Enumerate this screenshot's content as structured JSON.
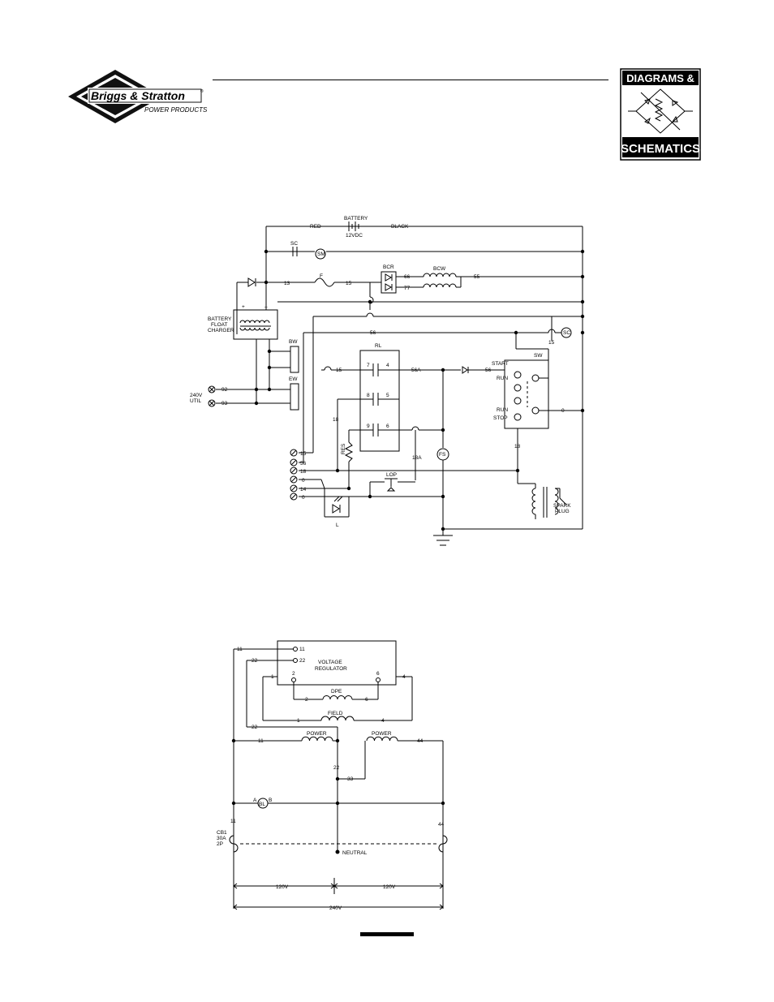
{
  "logo": {
    "brand": "Briggs & Stratton",
    "tm": "®",
    "subline": "POWER PRODUCTS"
  },
  "badge": {
    "top": "DIAGRAMS &",
    "bottom": "SCHEMATICS"
  },
  "schematic_dc": {
    "battery": "BATTERY",
    "battery_volts": "12VDC",
    "red": "RED",
    "black": "BLACK",
    "sc": "SC",
    "sm": "SM",
    "fuse": "F",
    "w13": "13",
    "w15": "15",
    "bcr": "BCR",
    "w66": "66",
    "w77": "77",
    "bcw": "BCW",
    "w55": "55",
    "charger_1": "BATTERY",
    "charger_2": "FLOAT",
    "charger_3": "CHARGER",
    "plus": "+",
    "minus": "–",
    "w56": "56",
    "w15b": "15",
    "sc2": "SC",
    "bw": "BW",
    "ew": "EW",
    "rl": "RL",
    "t7": "7",
    "t4": "4",
    "t8": "8",
    "t5": "5",
    "t9": "9",
    "t6": "6",
    "w15c": "15",
    "w56a": "56A",
    "w56b": "56",
    "w18": "18",
    "res": "RES",
    "w18a": "18A",
    "sw": "SW",
    "start": "START",
    "run": "RUN",
    "run2": "RUN",
    "stop": "STOP",
    "w0": "0",
    "w18b": "18",
    "fs": "FS",
    "lop": "LOP",
    "w92": "92",
    "w93": "93",
    "util_1": "240V",
    "util_2": "UTIL",
    "term_15": "15",
    "term_56": "56",
    "term_18": "18",
    "term_0a": "0",
    "term_14": "14",
    "term_0b": "0",
    "lamp": "L",
    "spark_1": "SPARK",
    "spark_2": "PLUG"
  },
  "schematic_ac": {
    "vr_1": "VOLTAGE",
    "vr_2": "REGULATOR",
    "w11": "11",
    "w11in": "11",
    "w22": "22",
    "w22in": "22",
    "w1": "1",
    "w2": "2",
    "w6": "6",
    "w4": "4",
    "dpe": "DPE",
    "dpe_l": "2",
    "dpe_r": "6",
    "field": "FIELD",
    "field_l": "1",
    "field_r": "4",
    "w22b": "22",
    "power1": "POWER",
    "power1_l": "11",
    "power2": "POWER",
    "power2_r": "44",
    "w22c": "22",
    "w33": "33",
    "bl_a": "A",
    "bl": "BL",
    "bl_b": "B",
    "w11b": "11",
    "w44": "44",
    "cb1_1": "CB1",
    "cb1_2": "30A",
    "cb1_3": "2P",
    "neutral": "NEUTRAL",
    "v120a": "120V",
    "v120b": "120V",
    "v240": "240V"
  }
}
